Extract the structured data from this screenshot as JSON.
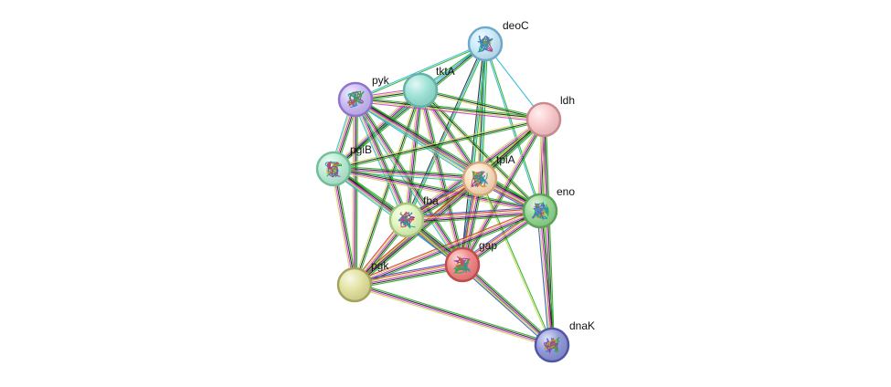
{
  "network": {
    "nodes": [
      {
        "id": "deoC",
        "label": "deoC",
        "color": "#c5e8fa",
        "border": "#6ea9c9",
        "image": true
      },
      {
        "id": "tktA",
        "label": "tktA",
        "color": "#96e0d3",
        "border": "#62b3a6",
        "image": false
      },
      {
        "id": "pyk",
        "label": "pyk",
        "color": "#c7b6f3",
        "border": "#8f74cf",
        "image": true
      },
      {
        "id": "ldh",
        "label": "ldh",
        "color": "#f9c5c8",
        "border": "#c98a8e",
        "image": false
      },
      {
        "id": "pgiB",
        "label": "pgiB",
        "color": "#b7ebd2",
        "border": "#6fc09a",
        "image": true
      },
      {
        "id": "tpiA",
        "label": "tpiA",
        "color": "#fcdcba",
        "border": "#d4a678",
        "image": true
      },
      {
        "id": "eno",
        "label": "eno",
        "color": "#8fd48c",
        "border": "#5aa357",
        "image": true
      },
      {
        "id": "fba",
        "label": "fba",
        "color": "#dff6b8",
        "border": "#a3c77a",
        "image": true
      },
      {
        "id": "gap",
        "label": "gap",
        "color": "#f17f7f",
        "border": "#c24a4a",
        "image": true
      },
      {
        "id": "pgk",
        "label": "pgk",
        "color": "#e0df98",
        "border": "#a5a25b",
        "image": false
      },
      {
        "id": "dnaK",
        "label": "dnaK",
        "color": "#8b92d6",
        "border": "#4f56a6",
        "image": true
      }
    ],
    "edge_palette": {
      "green": "#22b022",
      "magenta": "#d633d6",
      "black": "#222222",
      "yellow": "#c8d855",
      "cyan": "#2bb6d6",
      "blue": "#3355cc",
      "red": "#e03030",
      "lime": "#88dd33"
    },
    "edges": [
      {
        "a": "deoC",
        "b": "tktA",
        "types": [
          "cyan",
          "green"
        ]
      },
      {
        "a": "deoC",
        "b": "pyk",
        "types": [
          "green",
          "cyan"
        ]
      },
      {
        "a": "deoC",
        "b": "ldh",
        "types": [
          "cyan"
        ]
      },
      {
        "a": "deoC",
        "b": "pgiB",
        "types": [
          "green",
          "black",
          "cyan"
        ]
      },
      {
        "a": "deoC",
        "b": "tpiA",
        "types": [
          "green",
          "cyan",
          "black",
          "yellow"
        ]
      },
      {
        "a": "deoC",
        "b": "eno",
        "types": [
          "green",
          "cyan"
        ]
      },
      {
        "a": "deoC",
        "b": "fba",
        "types": [
          "green",
          "cyan",
          "black"
        ]
      },
      {
        "a": "deoC",
        "b": "gap",
        "types": [
          "green",
          "cyan",
          "black"
        ]
      },
      {
        "a": "tktA",
        "b": "pyk",
        "types": [
          "green",
          "black",
          "yellow",
          "magenta"
        ]
      },
      {
        "a": "tktA",
        "b": "ldh",
        "types": [
          "green",
          "black",
          "yellow"
        ]
      },
      {
        "a": "tktA",
        "b": "pgiB",
        "types": [
          "green",
          "black",
          "magenta",
          "yellow"
        ]
      },
      {
        "a": "tktA",
        "b": "tpiA",
        "types": [
          "green",
          "black",
          "magenta",
          "yellow"
        ]
      },
      {
        "a": "tktA",
        "b": "eno",
        "types": [
          "green",
          "black",
          "yellow"
        ]
      },
      {
        "a": "tktA",
        "b": "fba",
        "types": [
          "green",
          "black",
          "magenta",
          "yellow"
        ]
      },
      {
        "a": "tktA",
        "b": "gap",
        "types": [
          "green",
          "black",
          "magenta",
          "yellow"
        ]
      },
      {
        "a": "tktA",
        "b": "pgk",
        "types": [
          "green",
          "black",
          "yellow"
        ]
      },
      {
        "a": "pyk",
        "b": "ldh",
        "types": [
          "green",
          "black",
          "yellow",
          "magenta"
        ]
      },
      {
        "a": "pyk",
        "b": "pgiB",
        "types": [
          "green",
          "black",
          "magenta",
          "yellow",
          "cyan"
        ]
      },
      {
        "a": "pyk",
        "b": "tpiA",
        "types": [
          "green",
          "black",
          "magenta",
          "yellow",
          "cyan"
        ]
      },
      {
        "a": "pyk",
        "b": "eno",
        "types": [
          "green",
          "black",
          "magenta",
          "yellow",
          "cyan"
        ]
      },
      {
        "a": "pyk",
        "b": "fba",
        "types": [
          "green",
          "black",
          "magenta",
          "yellow",
          "cyan"
        ]
      },
      {
        "a": "pyk",
        "b": "gap",
        "types": [
          "green",
          "black",
          "magenta",
          "yellow",
          "cyan"
        ]
      },
      {
        "a": "pyk",
        "b": "pgk",
        "types": [
          "green",
          "black",
          "magenta",
          "yellow"
        ]
      },
      {
        "a": "ldh",
        "b": "pgiB",
        "types": [
          "green",
          "black",
          "yellow"
        ]
      },
      {
        "a": "ldh",
        "b": "tpiA",
        "types": [
          "green",
          "black",
          "magenta",
          "yellow"
        ]
      },
      {
        "a": "ldh",
        "b": "eno",
        "types": [
          "green",
          "black",
          "magenta",
          "yellow"
        ]
      },
      {
        "a": "ldh",
        "b": "fba",
        "types": [
          "green",
          "black",
          "magenta",
          "yellow"
        ]
      },
      {
        "a": "ldh",
        "b": "gap",
        "types": [
          "green",
          "black",
          "magenta",
          "yellow"
        ]
      },
      {
        "a": "ldh",
        "b": "pgk",
        "types": [
          "green",
          "black",
          "yellow"
        ]
      },
      {
        "a": "ldh",
        "b": "dnaK",
        "types": [
          "green",
          "black",
          "magenta",
          "yellow"
        ]
      },
      {
        "a": "pgiB",
        "b": "tpiA",
        "types": [
          "green",
          "black",
          "magenta",
          "yellow",
          "cyan"
        ]
      },
      {
        "a": "pgiB",
        "b": "eno",
        "types": [
          "green",
          "black",
          "magenta",
          "yellow"
        ]
      },
      {
        "a": "pgiB",
        "b": "fba",
        "types": [
          "green",
          "black",
          "magenta",
          "yellow",
          "cyan"
        ]
      },
      {
        "a": "pgiB",
        "b": "gap",
        "types": [
          "green",
          "black",
          "magenta",
          "yellow",
          "cyan"
        ]
      },
      {
        "a": "pgiB",
        "b": "pgk",
        "types": [
          "green",
          "black",
          "magenta",
          "yellow"
        ]
      },
      {
        "a": "tpiA",
        "b": "eno",
        "types": [
          "green",
          "black",
          "magenta",
          "yellow",
          "red",
          "blue"
        ]
      },
      {
        "a": "tpiA",
        "b": "fba",
        "types": [
          "green",
          "black",
          "magenta",
          "yellow",
          "red",
          "blue"
        ]
      },
      {
        "a": "tpiA",
        "b": "gap",
        "types": [
          "green",
          "black",
          "magenta",
          "yellow",
          "red",
          "blue"
        ]
      },
      {
        "a": "tpiA",
        "b": "pgk",
        "types": [
          "green",
          "black",
          "magenta",
          "yellow",
          "red"
        ]
      },
      {
        "a": "tpiA",
        "b": "dnaK",
        "types": [
          "green",
          "yellow"
        ]
      },
      {
        "a": "eno",
        "b": "fba",
        "types": [
          "green",
          "black",
          "magenta",
          "yellow",
          "red",
          "blue"
        ]
      },
      {
        "a": "eno",
        "b": "gap",
        "types": [
          "green",
          "black",
          "magenta",
          "yellow",
          "red",
          "blue"
        ]
      },
      {
        "a": "eno",
        "b": "pgk",
        "types": [
          "green",
          "black",
          "magenta",
          "yellow",
          "red"
        ]
      },
      {
        "a": "eno",
        "b": "dnaK",
        "types": [
          "green",
          "black",
          "magenta",
          "yellow",
          "blue"
        ]
      },
      {
        "a": "fba",
        "b": "gap",
        "types": [
          "green",
          "black",
          "magenta",
          "yellow",
          "red",
          "blue"
        ]
      },
      {
        "a": "fba",
        "b": "pgk",
        "types": [
          "green",
          "black",
          "magenta",
          "yellow",
          "red"
        ]
      },
      {
        "a": "fba",
        "b": "dnaK",
        "types": [
          "green",
          "yellow"
        ]
      },
      {
        "a": "gap",
        "b": "pgk",
        "types": [
          "green",
          "black",
          "magenta",
          "yellow",
          "red",
          "blue"
        ]
      },
      {
        "a": "gap",
        "b": "dnaK",
        "types": [
          "green",
          "black",
          "magenta",
          "yellow",
          "blue"
        ]
      },
      {
        "a": "pgk",
        "b": "dnaK",
        "types": [
          "green",
          "black",
          "magenta",
          "yellow"
        ]
      }
    ]
  }
}
